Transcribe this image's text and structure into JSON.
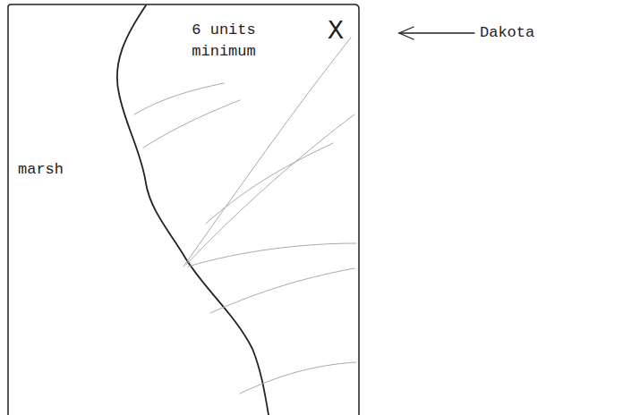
{
  "diagram": {
    "labels": [
      "6 units minimum",
      "X",
      "marsh",
      "Dakota"
    ]
  }
}
